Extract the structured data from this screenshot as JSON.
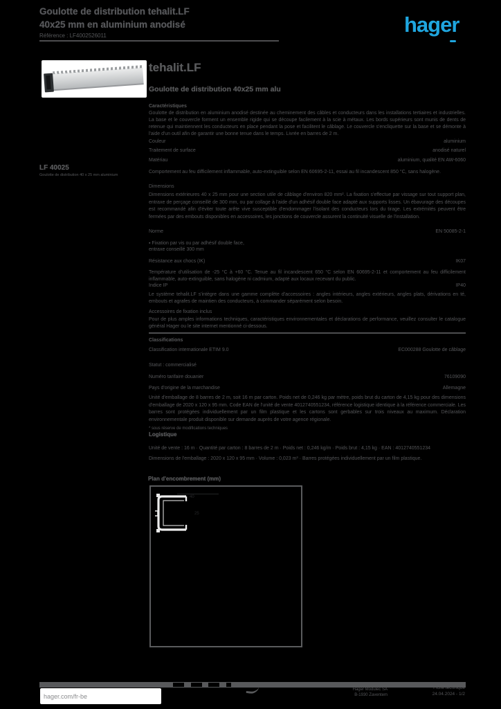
{
  "header": {
    "title_line1": "Goulotte de distribution tehalit.LF",
    "title_line2": "40x25 mm en aluminium anodisé",
    "reference_line": "Référence : LF4002526011",
    "logo_text": "hager"
  },
  "sidebar": {
    "ref_bold": "LF 40025",
    "ref_caption": "Goulotte de distribution 40 x 25 mm aluminium"
  },
  "main": {
    "product_title": "tehalit.LF",
    "product_subtitle": "Goulotte de distribution 40x25 mm alu",
    "section1": {
      "heading": "Caractéristiques",
      "intro": "Goulotte de distribution en aluminium anodisé destinée au cheminement des câbles et conducteurs dans les installations tertiaires et industrielles. La base et le couvercle forment un ensemble rigide qui se découpe facilement à la scie à métaux. Les bords supérieurs sont munis de dents de retenue qui maintiennent les conducteurs en place pendant la pose et facilitent le câblage. Le couvercle s'encliquette sur la base et se démonte à l'aide d'un outil afin de garantir une bonne tenue dans le temps. Livrée en barres de 2 m.",
      "rows": [
        {
          "label": "Couleur",
          "value": "aluminium"
        },
        {
          "label": "Traitement de surface",
          "value": "anodisé naturel"
        },
        {
          "label": "Matériau",
          "value": "aluminium, qualité EN AW-6060"
        }
      ],
      "fire_note": "Comportement au feu difficilement inflammable, auto-extinguible selon EN 60695-2-11, essai au fil incandescent 850 °C, sans halogène.",
      "dim_label": "Dimensions",
      "dim_text": "Dimensions extérieures 40 x 25 mm pour une section utile de câblage d'environ 820 mm². La fixation s'effectue par vissage sur tout support plan, entraxe de perçage conseillé de 300 mm, ou par collage à l'aide d'un adhésif double face adapté aux supports lisses. Un ébavurage des découpes est recommandé afin d'éviter toute arête vive susceptible d'endommager l'isolant des conducteurs lors du tirage. Les extrémités peuvent être fermées par des embouts disponibles en accessoires, les jonctions de couvercle assurent la continuité visuelle de l'installation.",
      "rows2": [
        {
          "label": "Norme",
          "value": "EN 50085-2-1"
        },
        {
          "label": "▪  Fixation par vis ou par adhésif double face, entraxe conseillé 300 mm",
          "value": ""
        },
        {
          "label": "Résistance aux chocs (IK)",
          "value": "IK07"
        }
      ],
      "temp_text": "Température d'utilisation de -25 °C à +60 °C. Tenue au fil incandescent 650 °C selon EN 60695-2-11 et comportement au feu difficilement inflammable, auto-extinguible, sans halogène ni cadmium, adapté aux locaux recevant du public.",
      "ip_row": {
        "label": "Indice IP",
        "value": "IP40"
      },
      "system_text": "Le système tehalit.LF s'intègre dans une gamme complète d'accessoires : angles intérieurs, angles extérieurs, angles plats, dérivations en té, embouts et agrafes de maintien des conducteurs, à commander séparément selon besoin.",
      "acc_label": "Accessoires de fixation inclus",
      "info_text": "Pour de plus amples informations techniques, caractéristiques environnementales et déclarations de performance, veuillez consulter le catalogue général Hager ou le site internet mentionné ci-dessous."
    },
    "section2": {
      "heading": "Classifications",
      "rows": [
        {
          "label": "Classification internationale ETIM 9.0",
          "value": "EC000288 Goulotte de câblage"
        },
        {
          "label": "Statut : commercialisé",
          "value": ""
        },
        {
          "label": "Numéro tarifaire douanier",
          "value": "76109090"
        },
        {
          "label": "Pays d'origine de la marchandise",
          "value": "Allemagne"
        }
      ],
      "pack_text": "Unité d'emballage de 8 barres de 2 m, soit 16 m par carton. Poids net de 0,246 kg par mètre, poids brut du carton de 4,15 kg pour des dimensions d'emballage de 2020 x 120 x 95 mm. Code EAN de l'unité de vente 4012740551234, référence logistique identique à la référence commerciale. Les barres sont protégées individuellement par un film plastique et les cartons sont gerbables sur trois niveaux au maximum. Déclaration environnementale produit disponible sur demande auprès de votre agence régionale.",
      "footnote": "* sous réserve de modifications techniques"
    },
    "section3": {
      "heading": "Logistique",
      "line1": "Unité de vente : 16 m  ·  Quantité par carton : 8 barres de 2 m  ·  Poids net : 0,246 kg/m  ·  Poids brut : 4,15 kg  ·  EAN : 4012740551234",
      "line2": "Dimensions de l'emballage : 2020 x 120 x 95 mm  ·  Volume : 0,023 m³  ·  Barres protégées individuellement par un film plastique."
    },
    "section4": {
      "heading": "Plan d'encombrement (mm)",
      "dim_width": "40",
      "dim_height": "25"
    }
  },
  "footer": {
    "url": "hager.com/fr-be",
    "company_line1": "Hager Modulec SA",
    "company_line2": "B-1930 Zaventem",
    "doc_line1": "Fiche technique",
    "doc_line2": "24.04.2024 - 1/2"
  },
  "colors": {
    "background": "#000000",
    "text_gray": "#58595b",
    "hager_blue": "#1fa6df",
    "white": "#ffffff"
  }
}
